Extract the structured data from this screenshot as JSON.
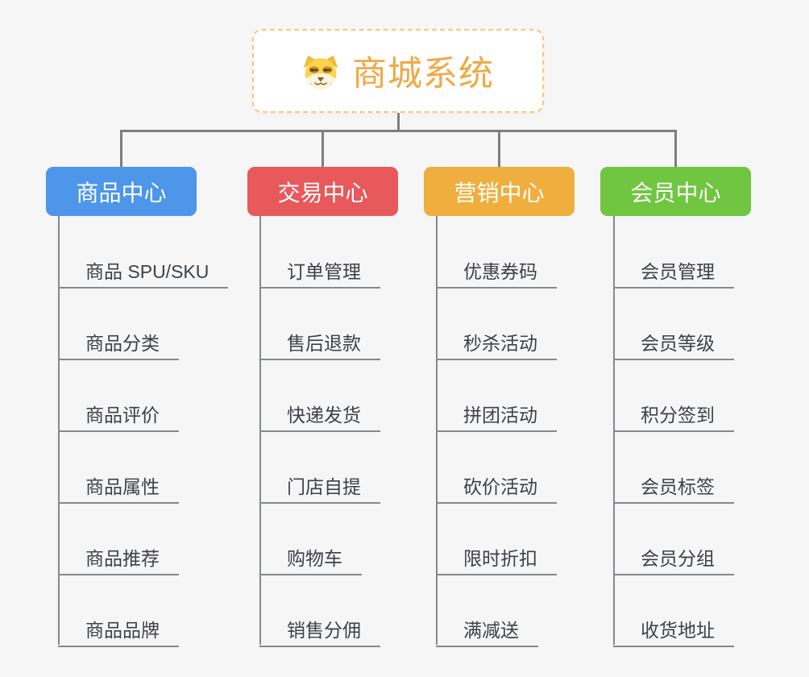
{
  "root": {
    "title": "商城系统",
    "icon": "dog-face-icon"
  },
  "branches": [
    {
      "id": "product-center",
      "label": "商品中心",
      "color": "#4d96e9",
      "children": [
        "商品 SPU/SKU",
        "商品分类",
        "商品评价",
        "商品属性",
        "商品推荐",
        "商品品牌"
      ]
    },
    {
      "id": "trade-center",
      "label": "交易中心",
      "color": "#e7595a",
      "children": [
        "订单管理",
        "售后退款",
        "快递发货",
        "门店自提",
        "购物车",
        "销售分佣"
      ]
    },
    {
      "id": "marketing-center",
      "label": "营销中心",
      "color": "#efae3e",
      "children": [
        "优惠券码",
        "秒杀活动",
        "拼团活动",
        "砍价活动",
        "限时折扣",
        "满减送"
      ]
    },
    {
      "id": "member-center",
      "label": "会员中心",
      "color": "#70c640",
      "children": [
        "会员管理",
        "会员等级",
        "积分签到",
        "会员标签",
        "会员分组",
        "收货地址"
      ]
    }
  ],
  "palette": {
    "background": "#f5f6f5",
    "root_accent": "#f0a945",
    "root_border": "#f6c77f",
    "connector": "#7e7e7e",
    "leaf_line": "#85898d",
    "leaf_text": "#3d4247",
    "branch_label_text": "#ffffff"
  }
}
